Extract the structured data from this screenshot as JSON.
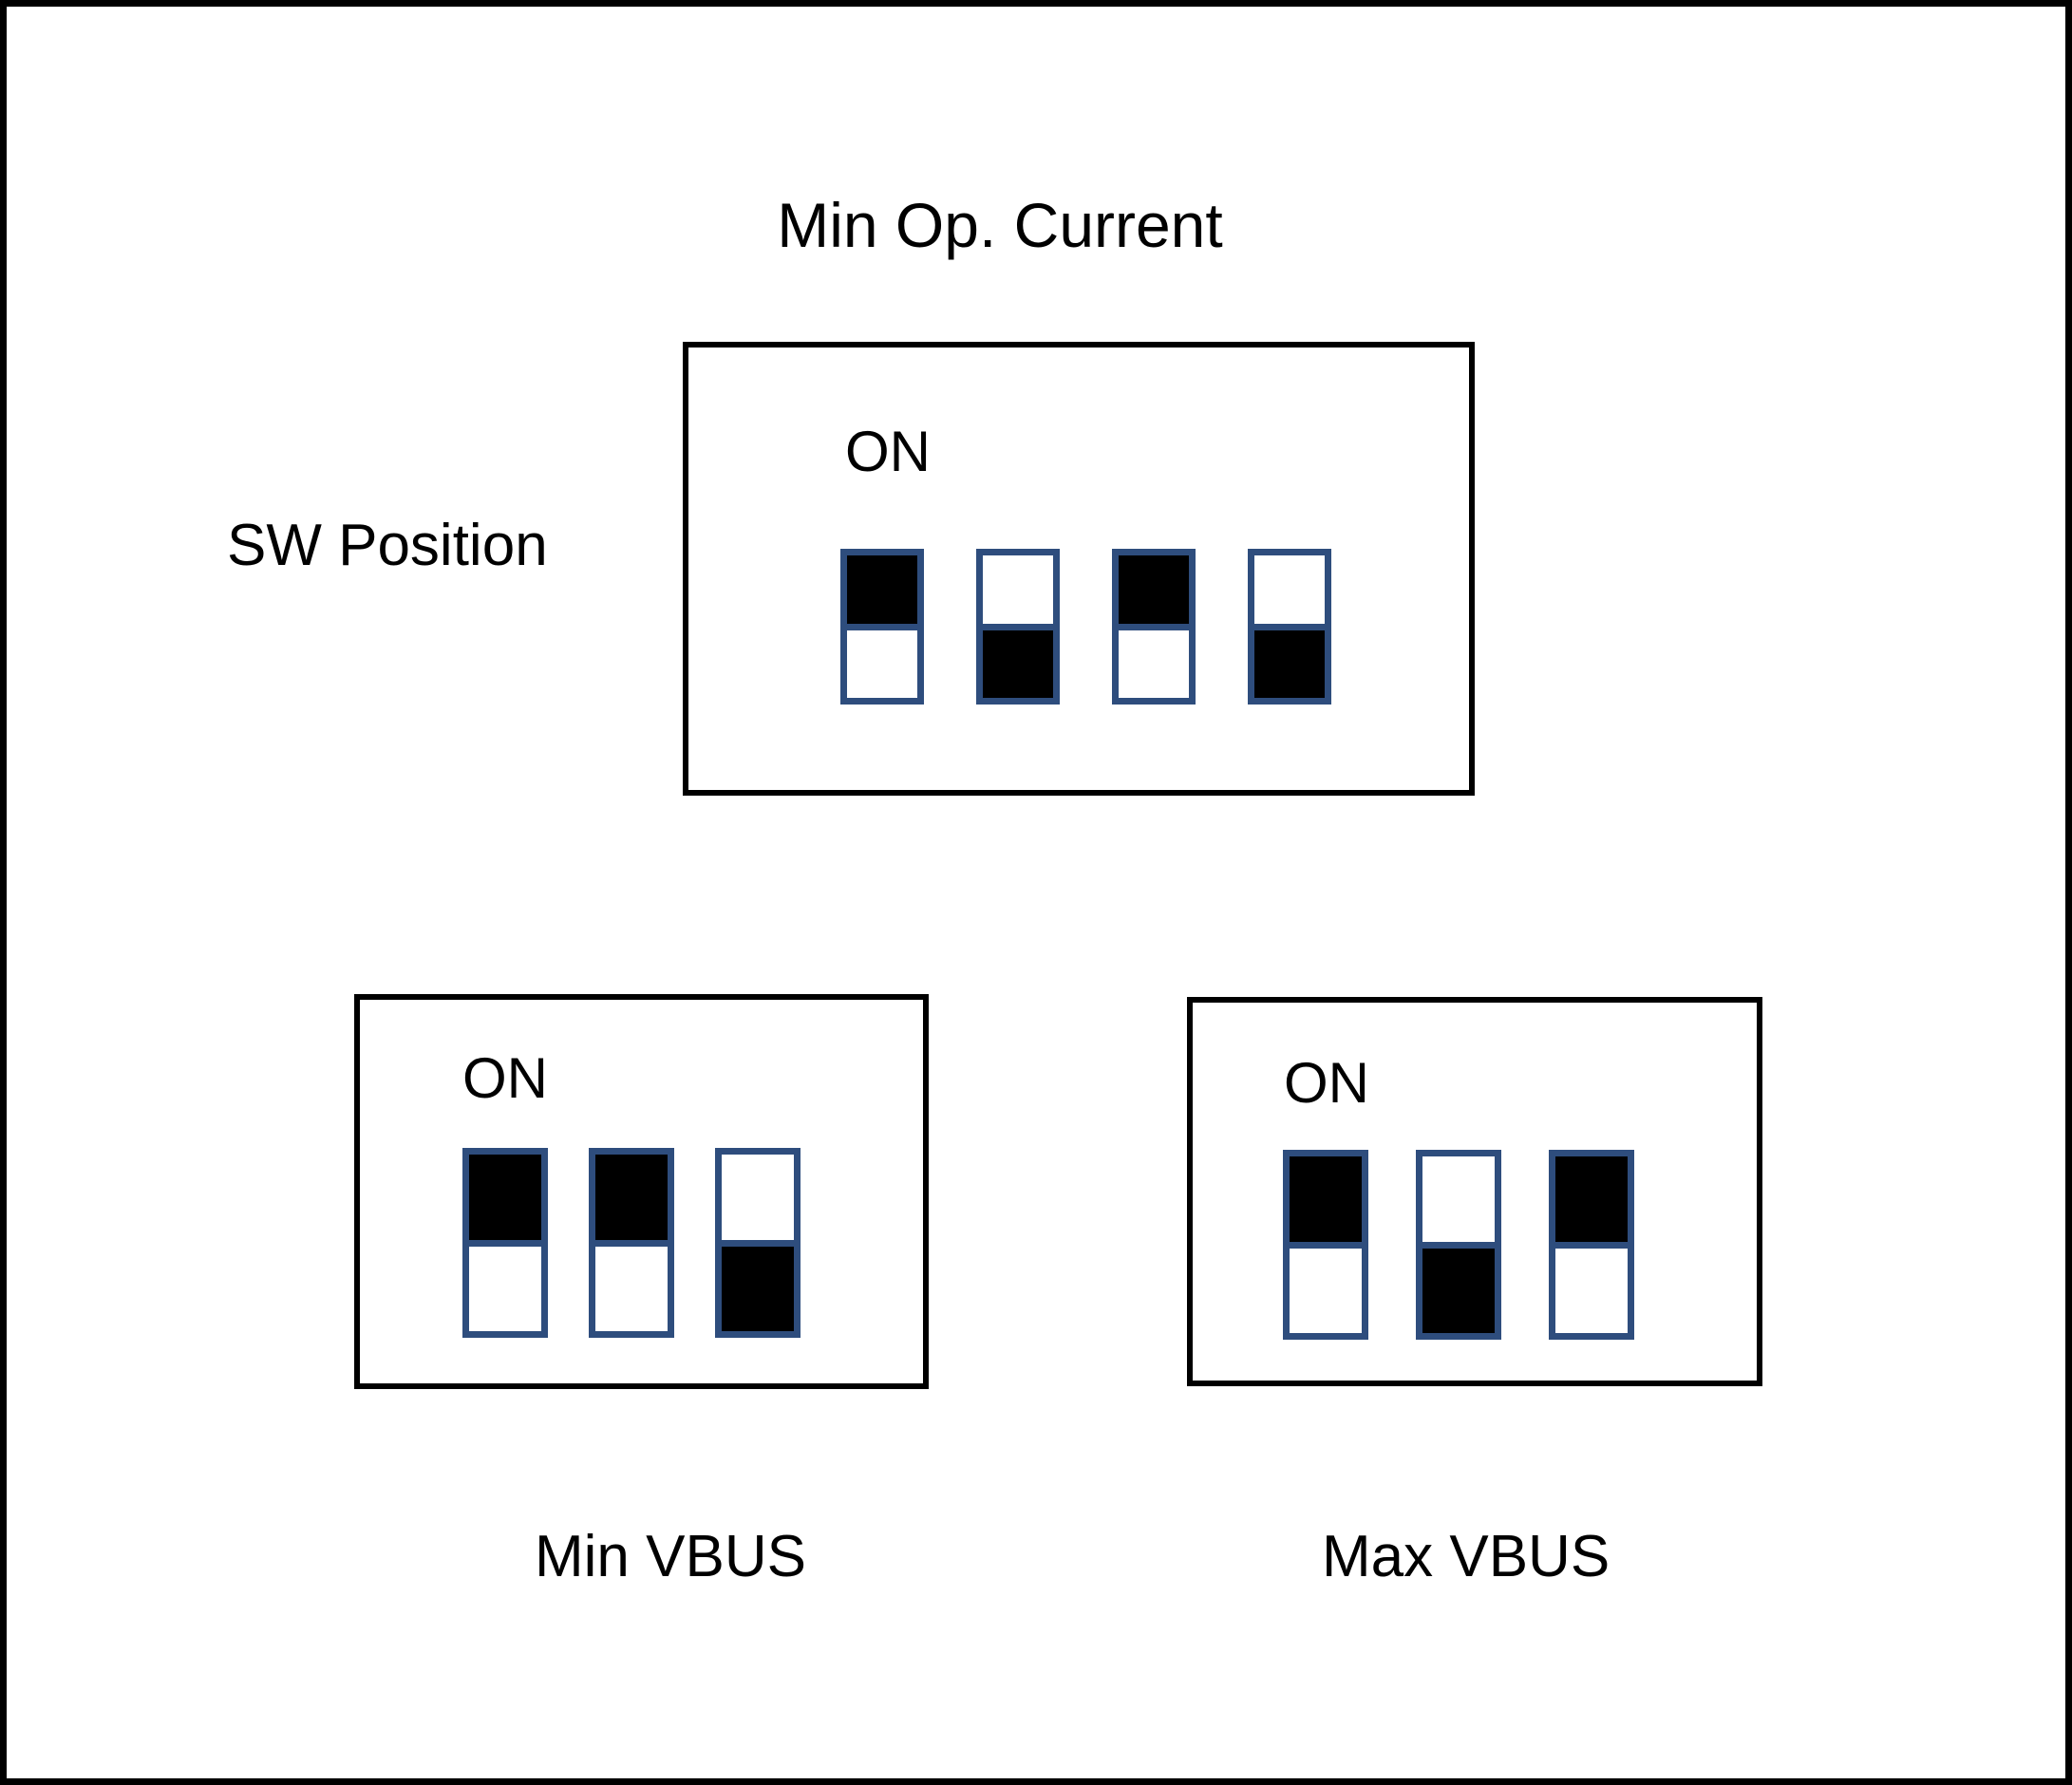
{
  "figure": {
    "title": "Min Op. Current",
    "row_label": "SW Position",
    "on_label": "ON"
  },
  "colors": {
    "switch_border": "#2E4D7D",
    "switch_fill": "#000000",
    "panel_border": "#000000",
    "background": "#ffffff"
  },
  "panels": [
    {
      "id": "min-op-current",
      "caption": "Min Op. Current",
      "caption_position": "above",
      "on_label": "ON",
      "switch_count": 4,
      "switches": [
        {
          "index": 1,
          "position": "up",
          "state": "ON"
        },
        {
          "index": 2,
          "position": "down",
          "state": "OFF"
        },
        {
          "index": 3,
          "position": "up",
          "state": "ON"
        },
        {
          "index": 4,
          "position": "down",
          "state": "OFF"
        }
      ]
    },
    {
      "id": "min-vbus",
      "caption": "Min VBUS",
      "caption_position": "below",
      "on_label": "ON",
      "switch_count": 3,
      "switches": [
        {
          "index": 1,
          "position": "up",
          "state": "ON"
        },
        {
          "index": 2,
          "position": "up",
          "state": "ON"
        },
        {
          "index": 3,
          "position": "down",
          "state": "OFF"
        }
      ]
    },
    {
      "id": "max-vbus",
      "caption": "Max VBUS",
      "caption_position": "below",
      "on_label": "ON",
      "switch_count": 3,
      "switches": [
        {
          "index": 1,
          "position": "up",
          "state": "ON"
        },
        {
          "index": 2,
          "position": "down",
          "state": "OFF"
        },
        {
          "index": 3,
          "position": "up",
          "state": "ON"
        }
      ]
    }
  ]
}
